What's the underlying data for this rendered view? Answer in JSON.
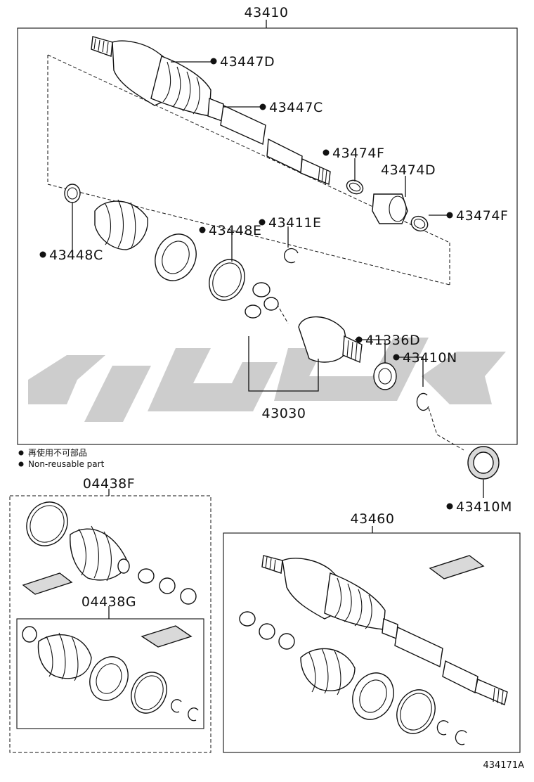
{
  "callouts": {
    "c43410": "43410",
    "c43447D": "43447D",
    "c43447C": "43447C",
    "c43474F_a": "43474F",
    "c43474D": "43474D",
    "c43474F_b": "43474F",
    "c43448C": "43448C",
    "c43448E": "43448E",
    "c43411E": "43411E",
    "c41336D": "41336D",
    "c43410N": "43410N",
    "c43030": "43030",
    "c43410M": "43410M",
    "c04438F": "04438F",
    "c04438G": "04438G",
    "c43460": "43460"
  },
  "legend": {
    "japanese": "再使用不可部品",
    "english": "Non-reusable part"
  },
  "illustration_id": "434171A",
  "icons": {
    "non_reusable_marker": "filled-dot-icon",
    "watermark": "brand-logo-watermark"
  }
}
